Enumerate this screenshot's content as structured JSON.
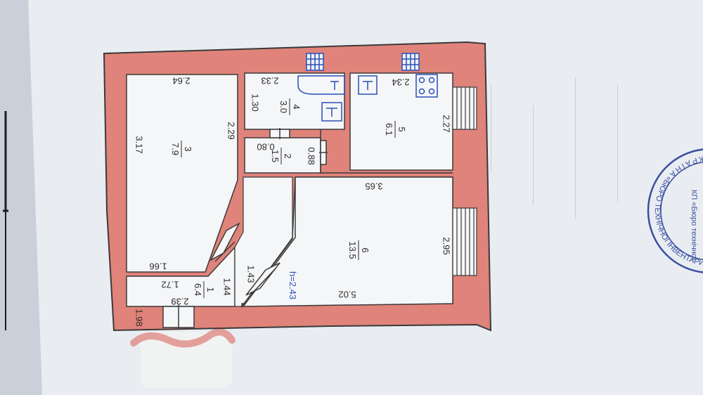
{
  "plan": {
    "height_note": "h=2.43",
    "rooms": [
      {
        "number": "1",
        "area": "6.4"
      },
      {
        "number": "2",
        "area": "1.5"
      },
      {
        "number": "3",
        "area": "7.9"
      },
      {
        "number": "4",
        "area": "3.0"
      },
      {
        "number": "5",
        "area": "6.1"
      },
      {
        "number": "6",
        "area": "13.5"
      }
    ],
    "dimensions": {
      "r3_top": "2.64",
      "r3_left": "3.17",
      "r3_right": "2.29",
      "r3_bottom": "1.66",
      "r1_top": "1.72",
      "r1_left": "1.98",
      "r1_right": "1.44",
      "r1_bottom": "2.39",
      "r4_top": "2.33",
      "r4_left": "1.30",
      "r2_top": "0.80",
      "r2_right": "0.88",
      "r5_top": "2.34",
      "r5_right": "2.27",
      "r6_top": "3.65",
      "r6_left": "1.43",
      "r6_right": "2.95",
      "r6_bottom": "5.02"
    }
  },
  "stamp": {
    "ring_text": "У К Р А Ї Н А   «БЮРО ТЕХНІЧНОЇ ІНВЕНТАРИЗАЦІЇ»   МІСЬКОЇ РАДИ",
    "inner_text": "КП «Бюро технічної"
  },
  "colors": {
    "wall": "#e0837a",
    "paper": "#f5f6f8",
    "line": "#3a3a3a",
    "stamp": "#3a4fa0"
  }
}
